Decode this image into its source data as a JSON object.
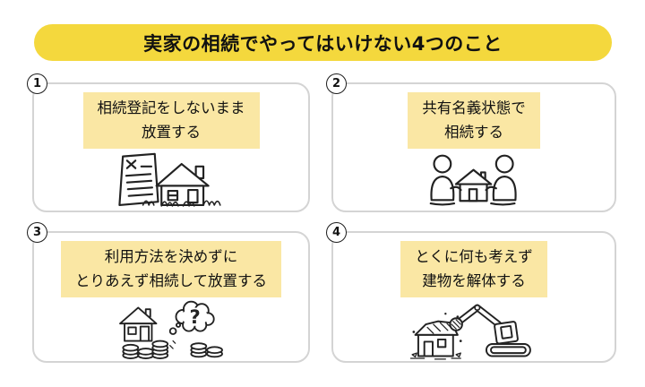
{
  "title": "実家の相続でやってはいけない4つのこと",
  "colors": {
    "banner_yellow": "#F4D83D",
    "highlight_yellow": "#FAE7A4",
    "panel_border_gray": "#D4D4D4",
    "text_black": "#111111",
    "line_art": "#222222",
    "background": "#FFFFFF"
  },
  "panels": [
    {
      "number": "1",
      "lines": [
        "相続登記をしないまま",
        "放置する"
      ],
      "illustration": "document-x-house"
    },
    {
      "number": "2",
      "lines": [
        "共有名義状態で",
        "相続する"
      ],
      "illustration": "two-people-holding-house"
    },
    {
      "number": "3",
      "lines": [
        "利用方法を決めずに",
        "とりあえず相続して放置する"
      ],
      "bubble_text": "?",
      "illustration": "house-question-coins"
    },
    {
      "number": "4",
      "lines": [
        "とくに何も考えず",
        "建物を解体する"
      ],
      "illustration": "excavator-demolishing-house"
    }
  ]
}
